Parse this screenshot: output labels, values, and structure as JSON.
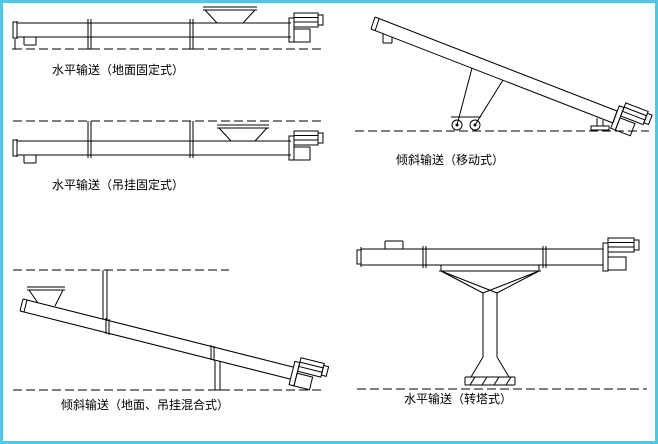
{
  "page": {
    "background": "#ffffff",
    "border_color": "#4fc8e4",
    "line_color": "#000000"
  },
  "diagrams": [
    {
      "id": "horizontal-ground-fixed",
      "label": "水平输送（地面固定式）"
    },
    {
      "id": "horizontal-hanging-fixed",
      "label": "水平输送（吊挂固定式）"
    },
    {
      "id": "inclined-mobile",
      "label": "倾斜输送（移动式）"
    },
    {
      "id": "inclined-mixed",
      "label": "倾斜输送（地面、吊挂混合式）"
    },
    {
      "id": "horizontal-turret",
      "label": "水平输送（转塔式）"
    }
  ]
}
